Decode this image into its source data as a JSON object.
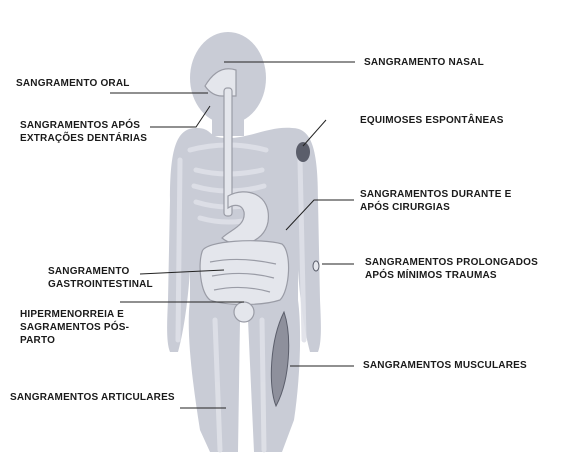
{
  "labels": {
    "nasal": [
      "SANGRAMENTO NASAL"
    ],
    "oral": [
      "SANGRAMENTO ORAL"
    ],
    "dental": [
      "SANGRAMENTOS APÓS",
      "EXTRAÇÕES DENTÁRIAS"
    ],
    "equimoses": [
      "EQUIMOSES ESPONTÂNEAS"
    ],
    "cirurgias": [
      "SANGRAMENTOS DURANTE E",
      "APÓS CIRURGIAS"
    ],
    "traumas": [
      "SANGRAMENTOS PROLONGADOS",
      "APÓS MÍNIMOS TRAUMAS"
    ],
    "gastro": [
      "SANGRAMENTO",
      "GASTROINTESTINAL"
    ],
    "hipermenorreia": [
      "HIPERMENORREIA E",
      "SAGRAMENTOS PÓS-",
      "PARTO"
    ],
    "musculares": [
      "SANGRAMENTOS MUSCULARES"
    ],
    "articulares": [
      "SANGRAMENTOS ARTICULARES"
    ]
  },
  "colors": {
    "body": "#c9ccd6",
    "skeleton": "#dfe1e8",
    "organs": "#e4e6ec",
    "organ_stroke": "#9a9ca6",
    "bruise": "#5b5e6b",
    "muscle": "#8e909c",
    "leader": "#222222"
  }
}
